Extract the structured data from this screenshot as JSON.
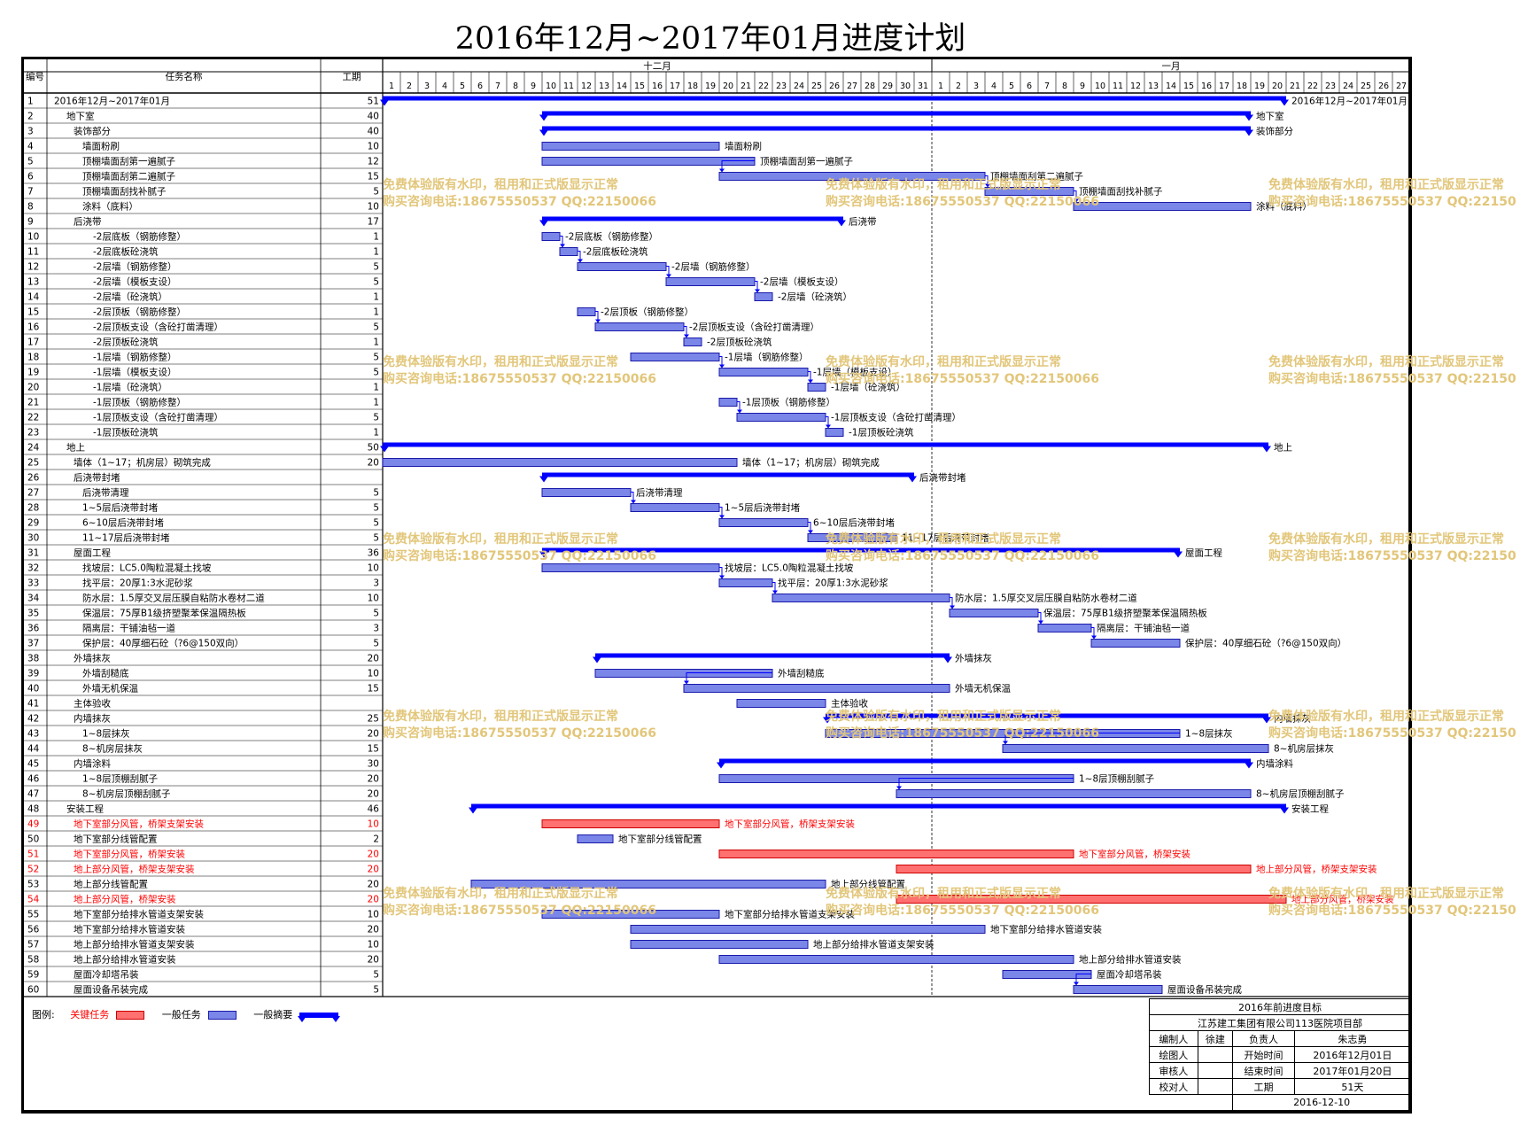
{
  "title": "2016年12月~2017年01月进度计划",
  "table_headers": {
    "id": "编号",
    "name": "任务名称",
    "duration": "工期"
  },
  "chart_data": {
    "type": "gantt",
    "timeline": {
      "months": [
        {
          "label": "十二月",
          "days": [
            1,
            2,
            3,
            4,
            5,
            6,
            7,
            8,
            9,
            10,
            11,
            12,
            13,
            14,
            15,
            16,
            17,
            18,
            19,
            20,
            21,
            22,
            23,
            24,
            25,
            26,
            27,
            28,
            29,
            30,
            31
          ]
        },
        {
          "label": "一月",
          "days": [
            1,
            2,
            3,
            4,
            5,
            6,
            7,
            8,
            9,
            10,
            11,
            12,
            13,
            14,
            15,
            16,
            17,
            18,
            19,
            20,
            21,
            22,
            23,
            24,
            25,
            26,
            27
          ]
        }
      ]
    },
    "tasks": [
      {
        "id": "1",
        "name": "2016年12月~2017年01月",
        "duration": "51",
        "level": 0,
        "kind": "summary",
        "start": 1,
        "end": 51
      },
      {
        "id": "2",
        "name": "地下室",
        "duration": "40",
        "level": 1,
        "kind": "summary",
        "start": 10,
        "end": 49
      },
      {
        "id": "3",
        "name": "装饰部分",
        "duration": "40",
        "level": 2,
        "kind": "summary",
        "start": 10,
        "end": 49
      },
      {
        "id": "4",
        "name": "墙面粉刷",
        "duration": "10",
        "level": 3,
        "kind": "task",
        "start": 10,
        "end": 19
      },
      {
        "id": "5",
        "name": "顶棚墙面刮第一遍腻子",
        "duration": "12",
        "level": 3,
        "kind": "task",
        "start": 10,
        "end": 21
      },
      {
        "id": "6",
        "name": "顶棚墙面刮第二遍腻子",
        "duration": "15",
        "level": 3,
        "kind": "task",
        "start": 20,
        "end": 34
      },
      {
        "id": "7",
        "name": "顶棚墙面刮找补腻子",
        "duration": "5",
        "level": 3,
        "kind": "task",
        "start": 35,
        "end": 39
      },
      {
        "id": "8",
        "name": "涂料（底料）",
        "duration": "10",
        "level": 3,
        "kind": "task",
        "start": 40,
        "end": 49
      },
      {
        "id": "9",
        "name": "后浇带",
        "duration": "17",
        "level": 2,
        "kind": "summary",
        "start": 10,
        "end": 26
      },
      {
        "id": "10",
        "name": "-2层底板（钢筋修整）",
        "duration": "1",
        "level": 4,
        "kind": "task",
        "start": 10,
        "end": 10
      },
      {
        "id": "11",
        "name": "-2层底板砼浇筑",
        "duration": "1",
        "level": 4,
        "kind": "task",
        "start": 11,
        "end": 11
      },
      {
        "id": "12",
        "name": "-2层墙（钢筋修整）",
        "duration": "5",
        "level": 4,
        "kind": "task",
        "start": 12,
        "end": 16
      },
      {
        "id": "13",
        "name": "-2层墙（模板支设）",
        "duration": "5",
        "level": 4,
        "kind": "task",
        "start": 17,
        "end": 21
      },
      {
        "id": "14",
        "name": "-2层墙（砼浇筑）",
        "duration": "1",
        "level": 4,
        "kind": "task",
        "start": 22,
        "end": 22
      },
      {
        "id": "15",
        "name": "-2层顶板（钢筋修整）",
        "duration": "1",
        "level": 4,
        "kind": "task",
        "start": 12,
        "end": 12
      },
      {
        "id": "16",
        "name": "-2层顶板支设（含砼打凿清理）",
        "duration": "5",
        "level": 4,
        "kind": "task",
        "start": 13,
        "end": 17
      },
      {
        "id": "17",
        "name": "-2层顶板砼浇筑",
        "duration": "1",
        "level": 4,
        "kind": "task",
        "start": 18,
        "end": 18
      },
      {
        "id": "18",
        "name": "-1层墙（钢筋修整）",
        "duration": "5",
        "level": 4,
        "kind": "task",
        "start": 15,
        "end": 19
      },
      {
        "id": "19",
        "name": "-1层墙（模板支设）",
        "duration": "5",
        "level": 4,
        "kind": "task",
        "start": 20,
        "end": 24
      },
      {
        "id": "20",
        "name": "-1层墙（砼浇筑）",
        "duration": "1",
        "level": 4,
        "kind": "task",
        "start": 25,
        "end": 25
      },
      {
        "id": "21",
        "name": "-1层顶板（钢筋修整）",
        "duration": "1",
        "level": 4,
        "kind": "task",
        "start": 20,
        "end": 20
      },
      {
        "id": "22",
        "name": "-1层顶板支设（含砼打凿清理）",
        "duration": "5",
        "level": 4,
        "kind": "task",
        "start": 21,
        "end": 25
      },
      {
        "id": "23",
        "name": "-1层顶板砼浇筑",
        "duration": "1",
        "level": 4,
        "kind": "task",
        "start": 26,
        "end": 26
      },
      {
        "id": "24",
        "name": "地上",
        "duration": "50",
        "level": 1,
        "kind": "summary",
        "start": 1,
        "end": 50
      },
      {
        "id": "25",
        "name": "墙体（1~17；机房层）砌筑完成",
        "duration": "20",
        "level": 2,
        "kind": "task",
        "start": 1,
        "end": 20
      },
      {
        "id": "26",
        "name": "后浇带封堵",
        "duration": "",
        "level": 2,
        "kind": "summary",
        "start": 10,
        "end": 30
      },
      {
        "id": "27",
        "name": "后浇带清理",
        "duration": "5",
        "level": 3,
        "kind": "task",
        "start": 10,
        "end": 14
      },
      {
        "id": "28",
        "name": "1~5层后浇带封堵",
        "duration": "5",
        "level": 3,
        "kind": "task",
        "start": 15,
        "end": 19
      },
      {
        "id": "29",
        "name": "6~10层后浇带封堵",
        "duration": "5",
        "level": 3,
        "kind": "task",
        "start": 20,
        "end": 24
      },
      {
        "id": "30",
        "name": "11~17层后浇带封堵",
        "duration": "5",
        "level": 3,
        "kind": "task",
        "start": 25,
        "end": 29
      },
      {
        "id": "31",
        "name": "屋面工程",
        "duration": "36",
        "level": 2,
        "kind": "summary",
        "start": 10,
        "end": 45
      },
      {
        "id": "32",
        "name": "找坡层：LC5.0陶粒混凝土找坡",
        "duration": "10",
        "level": 3,
        "kind": "task",
        "start": 10,
        "end": 19
      },
      {
        "id": "33",
        "name": "找平层：20厚1:3水泥砂浆",
        "duration": "3",
        "level": 3,
        "kind": "task",
        "start": 20,
        "end": 22
      },
      {
        "id": "34",
        "name": "防水层：1.5厚交叉层压膜自粘防水卷材二道",
        "duration": "10",
        "level": 3,
        "kind": "task",
        "start": 23,
        "end": 32
      },
      {
        "id": "35",
        "name": "保温层：75厚B1级挤塑聚苯保温隔热板",
        "duration": "5",
        "level": 3,
        "kind": "task",
        "start": 33,
        "end": 37
      },
      {
        "id": "36",
        "name": "隔离层：干铺油毡一道",
        "duration": "3",
        "level": 3,
        "kind": "task",
        "start": 38,
        "end": 40
      },
      {
        "id": "37",
        "name": "保护层：40厚细石砼（?6@150双向）",
        "duration": "5",
        "level": 3,
        "kind": "task",
        "start": 41,
        "end": 45
      },
      {
        "id": "38",
        "name": "外墙抹灰",
        "duration": "20",
        "level": 2,
        "kind": "summary",
        "start": 13,
        "end": 32
      },
      {
        "id": "39",
        "name": "外墙刮糙底",
        "duration": "10",
        "level": 3,
        "kind": "task",
        "start": 13,
        "end": 22
      },
      {
        "id": "40",
        "name": "外墙无机保温",
        "duration": "15",
        "level": 3,
        "kind": "task",
        "start": 18,
        "end": 32
      },
      {
        "id": "41",
        "name": "主体验收",
        "duration": "",
        "level": 2,
        "kind": "task",
        "start": 21,
        "end": 25
      },
      {
        "id": "42",
        "name": "内墙抹灰",
        "duration": "25",
        "level": 2,
        "kind": "summary",
        "start": 26,
        "end": 50
      },
      {
        "id": "43",
        "name": "1~8层抹灰",
        "duration": "20",
        "level": 3,
        "kind": "task",
        "start": 26,
        "end": 45
      },
      {
        "id": "44",
        "name": "8~机房层抹灰",
        "duration": "15",
        "level": 3,
        "kind": "task",
        "start": 36,
        "end": 50
      },
      {
        "id": "45",
        "name": "内墙涂料",
        "duration": "30",
        "level": 2,
        "kind": "summary",
        "start": 20,
        "end": 49
      },
      {
        "id": "46",
        "name": "1~8层顶棚刮腻子",
        "duration": "20",
        "level": 3,
        "kind": "task",
        "start": 20,
        "end": 39
      },
      {
        "id": "47",
        "name": "8~机房层顶棚刮腻子",
        "duration": "20",
        "level": 3,
        "kind": "task",
        "start": 30,
        "end": 49
      },
      {
        "id": "48",
        "name": "安装工程",
        "duration": "46",
        "level": 1,
        "kind": "summary",
        "start": 6,
        "end": 51
      },
      {
        "id": "49",
        "name": "地下室部分风管，桥架支架安装",
        "duration": "10",
        "level": 2,
        "kind": "critical",
        "start": 10,
        "end": 19
      },
      {
        "id": "50",
        "name": "地下室部分线管配置",
        "duration": "2",
        "level": 2,
        "kind": "task",
        "start": 12,
        "end": 13
      },
      {
        "id": "51",
        "name": "地下室部分风管，桥架安装",
        "duration": "20",
        "level": 2,
        "kind": "critical",
        "start": 20,
        "end": 39
      },
      {
        "id": "52",
        "name": "地上部分风管，桥架支架安装",
        "duration": "20",
        "level": 2,
        "kind": "critical",
        "start": 30,
        "end": 49
      },
      {
        "id": "53",
        "name": "地上部分线管配置",
        "duration": "20",
        "level": 2,
        "kind": "task",
        "start": 6,
        "end": 25
      },
      {
        "id": "54",
        "name": "地上部分风管，桥架安装",
        "duration": "20",
        "level": 2,
        "kind": "critical",
        "start": 30,
        "end": 51
      },
      {
        "id": "55",
        "name": "地下室部分给排水管道支架安装",
        "duration": "10",
        "level": 2,
        "kind": "task",
        "start": 10,
        "end": 19
      },
      {
        "id": "56",
        "name": "地下室部分给排水管道安装",
        "duration": "20",
        "level": 2,
        "kind": "task",
        "start": 15,
        "end": 34
      },
      {
        "id": "57",
        "name": "地上部分给排水管道支架安装",
        "duration": "10",
        "level": 2,
        "kind": "task",
        "start": 15,
        "end": 24
      },
      {
        "id": "58",
        "name": "地上部分给排水管道安装",
        "duration": "20",
        "level": 2,
        "kind": "task",
        "start": 20,
        "end": 39
      },
      {
        "id": "59",
        "name": "屋面冷却塔吊装",
        "duration": "5",
        "level": 2,
        "kind": "task",
        "start": 36,
        "end": 40
      },
      {
        "id": "60",
        "name": "屋面设备吊装完成",
        "duration": "5",
        "level": 2,
        "kind": "task",
        "start": 40,
        "end": 44
      }
    ],
    "colors": {
      "critical_fill": "#ff7070",
      "critical_stroke": "#d00000",
      "task_fill": "#7a86e8",
      "task_stroke": "#1a1aaa",
      "summary": "#0000ff",
      "critical_text": "#ff0000",
      "link": "#0000ff"
    }
  },
  "watermark": {
    "line1": "免费体验版有水印，租用和正式版显示正常",
    "line2": "购买咨询电话:18675550537 QQ:22150066"
  },
  "legend": {
    "prefix": "图例:",
    "critical": "关键任务",
    "general": "一般任务",
    "summary": "一般摘要"
  },
  "info_block": {
    "target": "2016年前进度目标",
    "company": "江苏建工集团有限公司113医院项目部",
    "rows": [
      {
        "k1": "编制人",
        "v1": "徐建",
        "k2": "负责人",
        "v2": "朱志勇"
      },
      {
        "k1": "绘图人",
        "v1": "",
        "k2": "开始时间",
        "v2": "2016年12月01日"
      },
      {
        "k1": "审核人",
        "v1": "",
        "k2": "结束时间",
        "v2": "2017年01月20日"
      },
      {
        "k1": "校对人",
        "v1": "",
        "k2": "工期",
        "v2": "51天"
      }
    ],
    "date": "2016-12-10"
  }
}
